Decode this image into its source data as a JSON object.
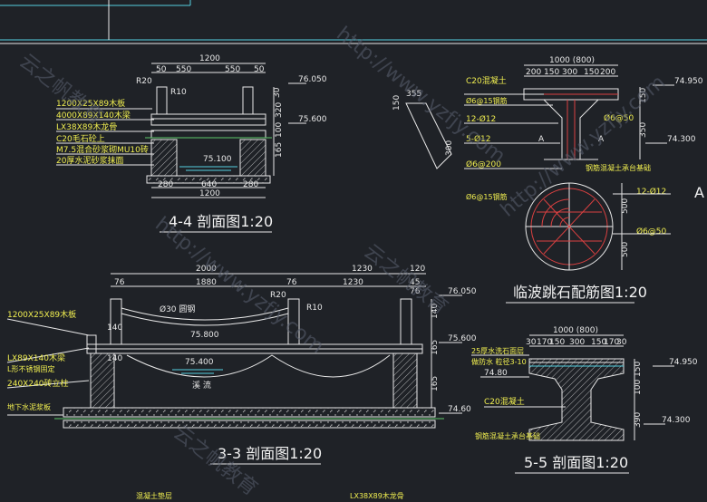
{
  "section_44": {
    "title": "4-4 剖面图1:20",
    "top_dim": "1200",
    "sub_dims": [
      "50",
      "550",
      "550",
      "50"
    ],
    "bottom_dims": [
      "280",
      "640",
      "280"
    ],
    "bottom_total": "1200",
    "labels": [
      "1200X25X89木板",
      "4000X89X140木梁",
      "LX38X89木龙骨",
      "C20毛石砼上",
      "M7.5混合砂浆砌MU10砖",
      "20厚水泥砂浆抹面"
    ],
    "radius": [
      "R20",
      "R10"
    ],
    "right_dims": [
      "30",
      "320",
      "100",
      "165"
    ],
    "elevations": [
      "76.050",
      "75.600",
      "75.100"
    ]
  },
  "section_33": {
    "title": "3-3 剖面图1:20",
    "dims_top": [
      "2000",
      "1230",
      "120"
    ],
    "dims_sub": [
      "76",
      "1880",
      "76",
      "1230",
      "45",
      "76"
    ],
    "labels": [
      "1200X25X89木板",
      "LX89X140木梁",
      "L形不锈钢固定",
      "240X240砖立柱",
      "地下水泥浆板"
    ],
    "arc_label": "Ø30 圆钢",
    "water_label": "溪 流",
    "left_dims": [
      "140",
      "140"
    ],
    "right_dims": [
      "140",
      "165",
      "165"
    ],
    "radius": [
      "R20",
      "R10"
    ],
    "elevations": [
      "76.050",
      "75.600",
      "75.800",
      "75.400",
      "74.60"
    ],
    "bottom_labels": [
      "混凝土垫层",
      "LX38X89木龙骨"
    ]
  },
  "rebar_plan": {
    "top_total": "1000 (800)",
    "top_dims": [
      "200",
      "150",
      "300",
      "150",
      "200"
    ],
    "labels_left": [
      "C20混凝土",
      "Ø6@15钢筋",
      "12-Ø12",
      "5-Ø12",
      "Ø6@200",
      "Ø6@15钢筋"
    ],
    "labels_right": [
      "Ø6@50",
      "12-Ø12",
      "Ø6@50"
    ],
    "a_label": "A",
    "right_dims": [
      "150",
      "350"
    ],
    "vertical_dims": [
      "500",
      "500"
    ],
    "elevations": [
      "74.950",
      "74.300"
    ],
    "base_note": "钢筋混凝土承台基础",
    "title": "临波跳石配筋图1:20"
  },
  "section_55": {
    "top_total": "1000 (800)",
    "top_dims": [
      "30",
      "170",
      "150",
      "300",
      "150",
      "170",
      "30"
    ],
    "labels": [
      "25厚水洗石面层",
      "做防水 粒径3-10",
      "C20混凝土",
      "钢筋混凝土承台基础"
    ],
    "elevations": [
      "74.80",
      "74.950",
      "74.300"
    ],
    "right_dims": [
      "150",
      "100",
      "390"
    ],
    "title": "5-5 剖面图1:20"
  },
  "detail": {
    "dims": [
      "150",
      "355",
      "300"
    ]
  },
  "watermarks": [
    "http://www.yzfjy.com",
    "云之帆教育",
    "http://www.yzfjy.com",
    "云之帆教育",
    "http://www.yzfjy.com",
    "云之帆教育"
  ]
}
